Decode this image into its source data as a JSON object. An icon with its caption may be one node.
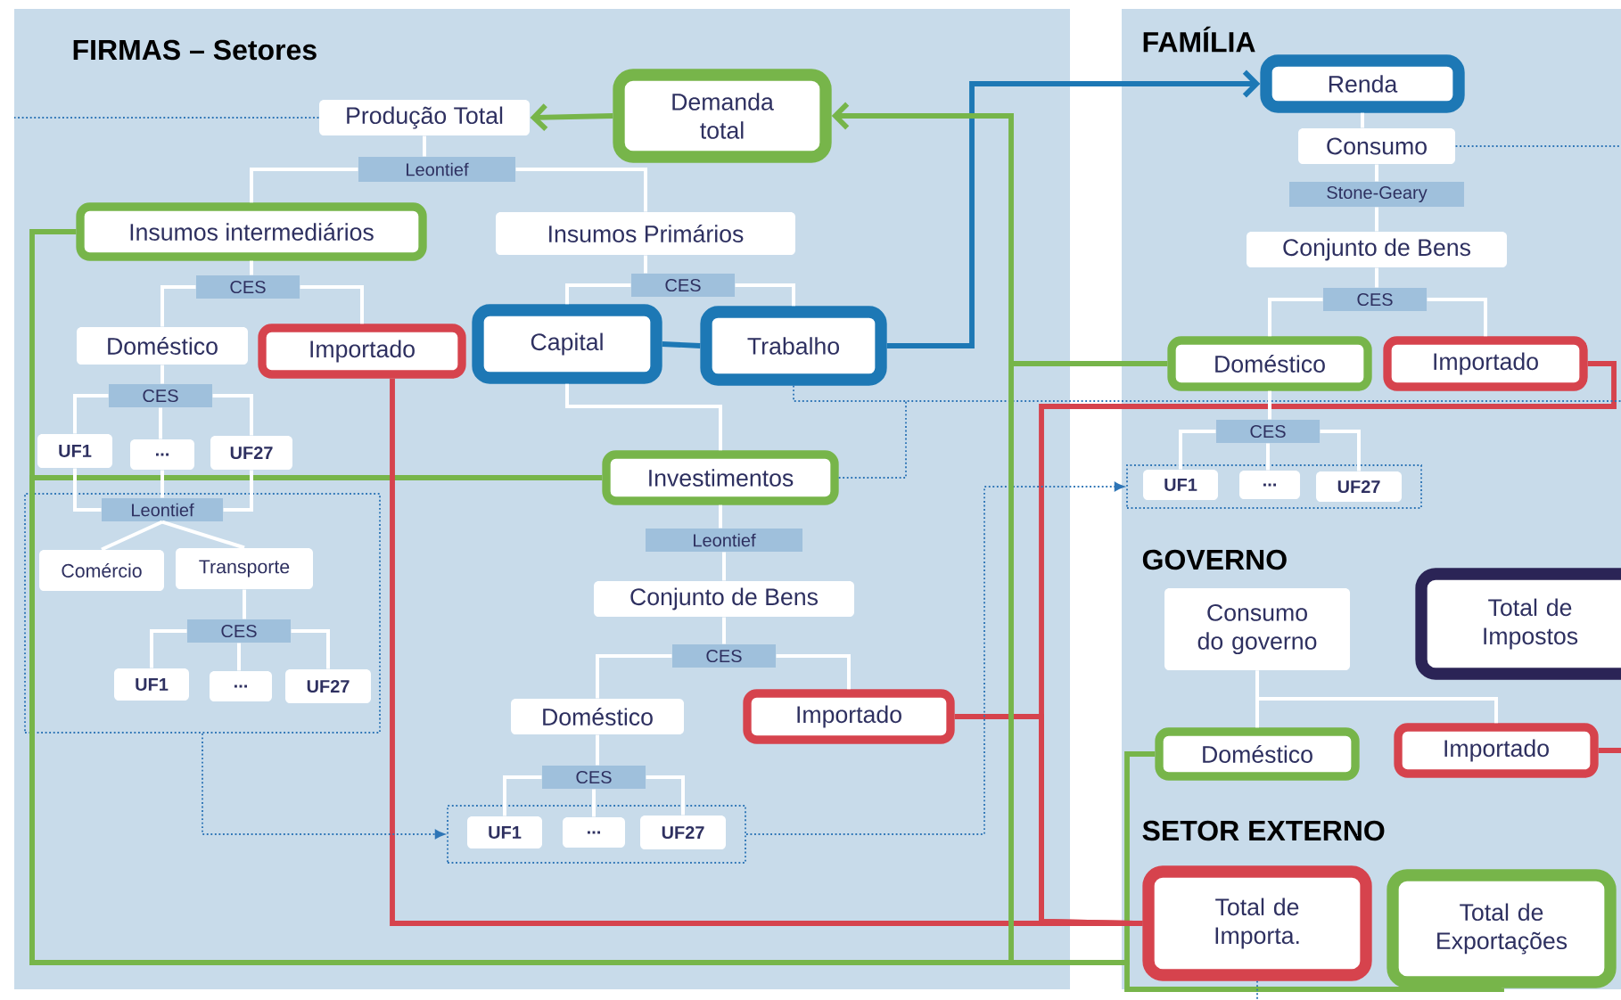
{
  "diagram": {
    "nodes": [
      {
        "text": [
          "FIRMAS – Setores"
        ]
      },
      {
        "text": [
          "Produção Total"
        ],
        "in": 0
      },
      {
        "text": [
          "Demanda total"
        ],
        "in": 0
      },
      {
        "text": [
          "Leontief"
        ],
        "in": 0
      },
      {
        "text": [
          "Insumos intermediários"
        ],
        "in": 0
      },
      {
        "text": [
          "Insumos Primários"
        ],
        "in": 0
      },
      {
        "text": [
          "CES"
        ],
        "in": 0
      },
      {
        "text": [
          "CES"
        ],
        "in": 0
      },
      {
        "text": [
          "Doméstico"
        ],
        "in": 0
      },
      {
        "text": [
          "Importado"
        ],
        "in": 0
      },
      {
        "text": [
          "Capital"
        ],
        "in": 0
      },
      {
        "text": [
          "Trabalho"
        ],
        "in": 0
      },
      {
        "text": [
          "CES"
        ],
        "in": 0
      },
      {
        "text": [
          "UF1"
        ],
        "in": 0
      },
      {
        "text": [
          "..."
        ],
        "in": 0
      },
      {
        "text": [
          "UF27"
        ],
        "in": 0
      },
      {
        "text": [
          "Investimentos"
        ],
        "in": 0
      },
      {
        "text": [],
        "shape": "box",
        "in": 0
      },
      {
        "text": [
          "Leontief"
        ],
        "in": 17
      },
      {
        "text": [
          "Comércio"
        ],
        "in": 17
      },
      {
        "text": [
          "Transporte"
        ],
        "in": 17
      },
      {
        "text": [
          "CES"
        ],
        "in": 17
      },
      {
        "text": [
          "UF1"
        ],
        "in": 17
      },
      {
        "text": [
          "..."
        ],
        "in": 17
      },
      {
        "text": [
          "UF27"
        ],
        "in": 17
      },
      {
        "text": [
          "Leontief"
        ],
        "in": 0
      },
      {
        "text": [
          "Conjunto de Bens"
        ],
        "in": 0
      },
      {
        "text": [
          "CES"
        ],
        "in": 0
      },
      {
        "text": [
          "Doméstico"
        ],
        "in": 0
      },
      {
        "text": [
          "Importado"
        ],
        "in": 0
      },
      {
        "text": [
          "CES"
        ],
        "in": 0
      },
      {
        "text": [],
        "shape": "box",
        "in": 0
      },
      {
        "text": [
          "UF1"
        ],
        "in": 31
      },
      {
        "text": [
          "..."
        ],
        "in": 31
      },
      {
        "text": [
          "UF27"
        ],
        "in": 31
      },
      {
        "text": [
          "FAMÍLIA",
          "GOVERNO",
          "SETOR EXTERNO"
        ]
      },
      {
        "text": [
          "Renda"
        ],
        "in": 35
      },
      {
        "text": [
          "Consumo"
        ],
        "in": 35
      },
      {
        "text": [
          "Stone-Geary"
        ],
        "in": 35
      },
      {
        "text": [
          "Conjunto de Bens"
        ],
        "in": 35
      },
      {
        "text": [
          "CES"
        ],
        "in": 35
      },
      {
        "text": [
          "Doméstico"
        ],
        "in": 35
      },
      {
        "text": [
          "Importado"
        ],
        "in": 35
      },
      {
        "text": [
          "CES"
        ],
        "in": 35
      },
      {
        "text": [],
        "shape": "box",
        "in": 35
      },
      {
        "text": [
          "UF1"
        ],
        "in": 44
      },
      {
        "text": [
          "..."
        ],
        "in": 44
      },
      {
        "text": [
          "UF27"
        ],
        "in": 44
      },
      {
        "text": [
          "Consumo do governo"
        ],
        "in": 35
      },
      {
        "text": [
          "Total de Impostos"
        ],
        "in": 35
      },
      {
        "text": [
          "Doméstico"
        ],
        "in": 35
      },
      {
        "text": [
          "Importado"
        ],
        "in": 35
      },
      {
        "text": [
          "Total de Importa."
        ],
        "in": 35
      },
      {
        "text": [
          "Total de Exportações"
        ],
        "in": 35
      }
    ],
    "edges": [
      {
        "from": 2,
        "to": 1,
        "arrow": "to",
        "color": "#77b54a"
      },
      {
        "from": 4,
        "to": 2,
        "arrow": "to",
        "color": "#77b54a"
      },
      {
        "from": 16,
        "to": 2,
        "arrow": "to",
        "color": "#77b54a"
      },
      {
        "from": 41,
        "to": 2,
        "arrow": "to",
        "color": "#77b54a"
      },
      {
        "from": 50,
        "to": 2,
        "arrow": "to",
        "color": "#77b54a"
      },
      {
        "from": 53,
        "to": 2,
        "arrow": "to",
        "color": "#77b54a"
      },
      {
        "from": 11,
        "to": 36,
        "arrow": "to",
        "color": "#1d78b5"
      },
      {
        "from": 10,
        "to": 11,
        "arrow": "none",
        "color": "#1d78b5"
      },
      {
        "from": 9,
        "to": 52,
        "arrow": "none",
        "color": "#d6434d"
      },
      {
        "from": 29,
        "to": 52,
        "arrow": "none",
        "color": "#d6434d"
      },
      {
        "from": 42,
        "to": 52,
        "arrow": "none",
        "color": "#d6434d"
      },
      {
        "from": 51,
        "to": null,
        "arrow": "none",
        "color": "#d6434d"
      },
      {
        "from": 17,
        "to": 31,
        "arrow": "to",
        "style": "dashed",
        "color": "#2e75b6"
      },
      {
        "from": 31,
        "to": 44,
        "arrow": "to",
        "style": "dashed",
        "color": "#2e75b6"
      },
      {
        "from": 1,
        "to": null,
        "arrow": "none",
        "style": "dashed",
        "color": "#2e75b6"
      },
      {
        "from": 37,
        "to": null,
        "arrow": "none",
        "style": "dashed",
        "color": "#2e75b6"
      },
      {
        "from": 11,
        "to": 35,
        "arrow": "none",
        "style": "dashed",
        "color": "#2e75b6"
      },
      {
        "from": 16,
        "to": null,
        "arrow": "none",
        "style": "dashed",
        "color": "#2e75b6"
      },
      {
        "from": 52,
        "to": null,
        "arrow": "none",
        "style": "dashed",
        "color": "#2e75b6"
      },
      {
        "from": 1,
        "to": 3,
        "arrow": "none"
      },
      {
        "from": 3,
        "to": 4,
        "arrow": "none"
      },
      {
        "from": 3,
        "to": 5,
        "arrow": "none"
      },
      {
        "from": 4,
        "to": 6,
        "arrow": "none"
      },
      {
        "from": 6,
        "to": 8,
        "arrow": "none"
      },
      {
        "from": 6,
        "to": 9,
        "arrow": "none"
      },
      {
        "from": 5,
        "to": 7,
        "arrow": "none"
      },
      {
        "from": 7,
        "to": 10,
        "arrow": "none"
      },
      {
        "from": 7,
        "to": 11,
        "arrow": "none"
      },
      {
        "from": 8,
        "to": 12,
        "arrow": "none"
      },
      {
        "from": 12,
        "to": 13,
        "arrow": "none"
      },
      {
        "from": 12,
        "to": 14,
        "arrow": "none"
      },
      {
        "from": 12,
        "to": 15,
        "arrow": "none"
      },
      {
        "from": 13,
        "to": 18,
        "arrow": "none"
      },
      {
        "from": 14,
        "to": 18,
        "arrow": "none"
      },
      {
        "from": 15,
        "to": 18,
        "arrow": "none"
      },
      {
        "from": 18,
        "to": 19,
        "arrow": "none"
      },
      {
        "from": 18,
        "to": 20,
        "arrow": "none"
      },
      {
        "from": 20,
        "to": 21,
        "arrow": "none"
      },
      {
        "from": 21,
        "to": 22,
        "arrow": "none"
      },
      {
        "from": 21,
        "to": 23,
        "arrow": "none"
      },
      {
        "from": 21,
        "to": 24,
        "arrow": "none"
      },
      {
        "from": 10,
        "to": 16,
        "arrow": "none"
      },
      {
        "from": 16,
        "to": 25,
        "arrow": "none"
      },
      {
        "from": 25,
        "to": 26,
        "arrow": "none"
      },
      {
        "from": 26,
        "to": 27,
        "arrow": "none"
      },
      {
        "from": 27,
        "to": 28,
        "arrow": "none"
      },
      {
        "from": 27,
        "to": 29,
        "arrow": "none"
      },
      {
        "from": 28,
        "to": 30,
        "arrow": "none"
      },
      {
        "from": 30,
        "to": 32,
        "arrow": "none"
      },
      {
        "from": 30,
        "to": 33,
        "arrow": "none"
      },
      {
        "from": 30,
        "to": 34,
        "arrow": "none"
      },
      {
        "from": 36,
        "to": 37,
        "arrow": "none"
      },
      {
        "from": 37,
        "to": 38,
        "arrow": "none"
      },
      {
        "from": 38,
        "to": 39,
        "arrow": "none"
      },
      {
        "from": 39,
        "to": 40,
        "arrow": "none"
      },
      {
        "from": 40,
        "to": 41,
        "arrow": "none"
      },
      {
        "from": 40,
        "to": 42,
        "arrow": "none"
      },
      {
        "from": 41,
        "to": 43,
        "arrow": "none"
      },
      {
        "from": 43,
        "to": 45,
        "arrow": "none"
      },
      {
        "from": 43,
        "to": 46,
        "arrow": "none"
      },
      {
        "from": 43,
        "to": 47,
        "arrow": "none"
      },
      {
        "from": 48,
        "to": 50,
        "arrow": "none"
      },
      {
        "from": 48,
        "to": 51,
        "arrow": "none"
      }
    ]
  }
}
